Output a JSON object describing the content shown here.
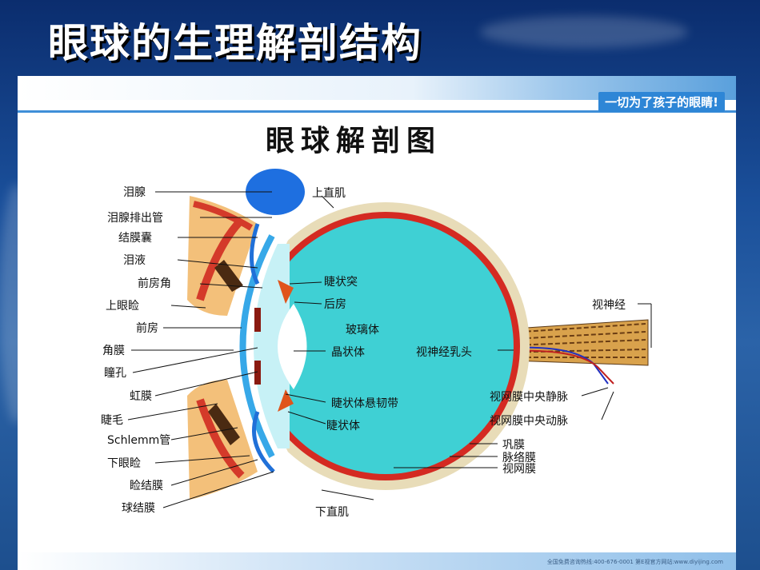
{
  "slide": {
    "title": "眼球的生理解剖结构"
  },
  "header": {
    "slogan": "一切为了孩子的眼睛!"
  },
  "diagram": {
    "title": "眼球解剖图"
  },
  "footer": {
    "text": "全国免费咨询热线:400-676-0001   第E视官方网站:www.diyijing.com"
  },
  "labels": {
    "lacrimal_gland": "泪腺",
    "lacrimal_duct": "泪腺排出管",
    "conjunctival_sac": "结膜囊",
    "tears": "泪液",
    "anterior_chamber_angle": "前房角",
    "upper_eyelid": "上眼睑",
    "anterior_chamber": "前房",
    "cornea": "角膜",
    "pupil": "瞳孔",
    "iris": "虹膜",
    "eyelash": "睫毛",
    "schlemm": "Schlemm管",
    "lower_eyelid": "下眼睑",
    "palpebral_conjunctiva": "睑结膜",
    "bulbar_conjunctiva": "球结膜",
    "superior_rectus": "上直肌",
    "ciliary_process": "睫状突",
    "posterior_chamber": "后房",
    "vitreous": "玻璃体",
    "lens": "晶状体",
    "optic_disc": "视神经乳头",
    "zonule": "睫状体悬韧带",
    "ciliary_body": "睫状体",
    "inferior_rectus": "下直肌",
    "optic_nerve": "视神经",
    "central_vein": "视网膜中央静脉",
    "central_artery": "视网膜中央动脉",
    "sclera": "巩膜",
    "choroid": "脉络膜",
    "retina": "视网膜"
  },
  "colors": {
    "vitreous": "#3fd0d4",
    "sclera": "#e8dcb8",
    "choroid": "#d42a22",
    "gland": "#1e6fe0"
  }
}
